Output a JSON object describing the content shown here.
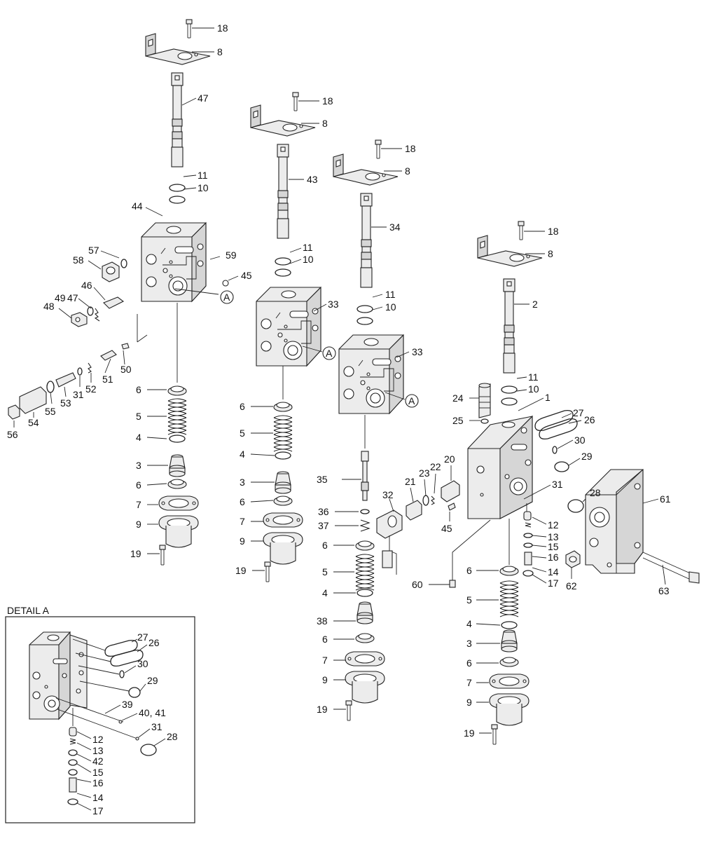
{
  "detail": {
    "title": "DETAIL A",
    "marker": "A"
  },
  "callouts": {
    "c1": "1",
    "c2": "2",
    "c3": "3",
    "c4": "4",
    "c5": "5",
    "c6": "6",
    "c7": "7",
    "c8": "8",
    "c9": "9",
    "c10": "10",
    "c11": "11",
    "c12": "12",
    "c13": "13",
    "c14": "14",
    "c15": "15",
    "c16": "16",
    "c17": "17",
    "c18": "18",
    "c19": "19",
    "c20": "20",
    "c21": "21",
    "c22": "22",
    "c23": "23",
    "c24": "24",
    "c25": "25",
    "c26": "26",
    "c27": "27",
    "c28": "28",
    "c29": "29",
    "c30": "30",
    "c31": "31",
    "c32": "32",
    "c33": "33",
    "c34": "34",
    "c35": "35",
    "c36": "36",
    "c37": "37",
    "c38": "38",
    "c39": "39",
    "c40_41": "40, 41",
    "c42": "42",
    "c43": "43",
    "c44": "44",
    "c45": "45",
    "c46": "46",
    "c47": "47",
    "c48": "48",
    "c49": "49",
    "c50": "50",
    "c51": "51",
    "c52": "52",
    "c53": "53",
    "c54": "54",
    "c55": "55",
    "c56": "56",
    "c57": "57",
    "c58": "58",
    "c59": "59",
    "c60": "60",
    "c61": "61",
    "c62": "62",
    "c63": "63"
  }
}
